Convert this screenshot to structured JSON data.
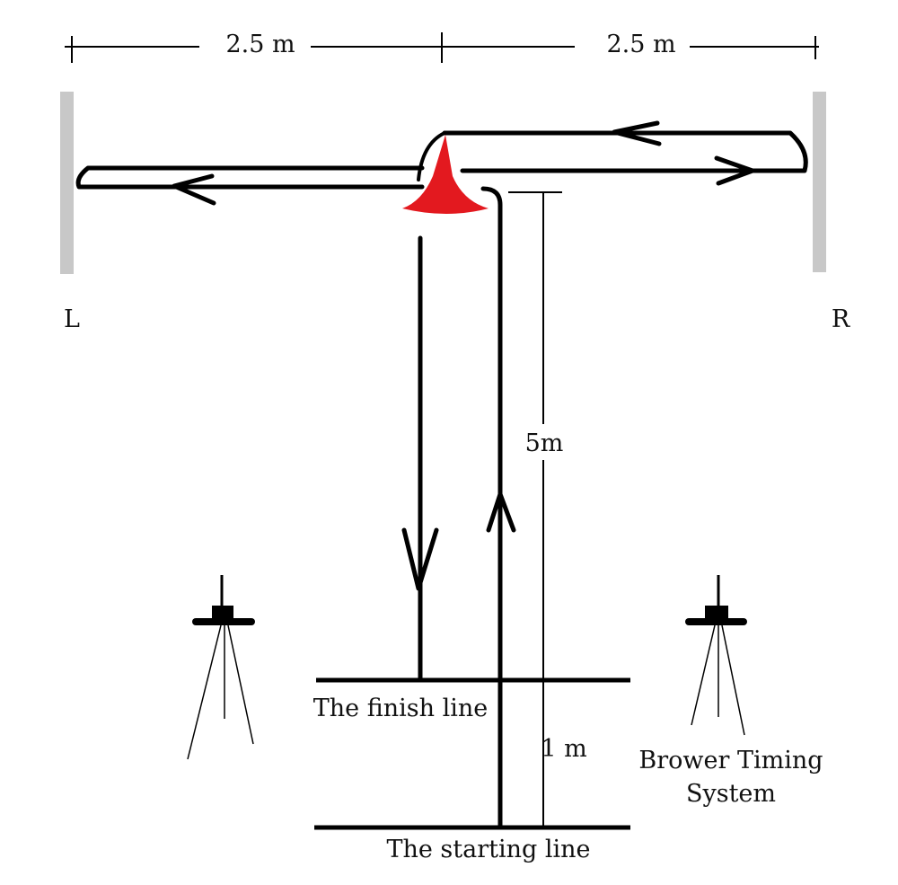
{
  "diagram": {
    "dimensions": {
      "left_span": "2.5 m",
      "right_span": "2.5 m",
      "center_run": "5m",
      "start_gap": "1 m"
    },
    "sides": {
      "left": "L",
      "right": "R"
    },
    "labels": {
      "finish_line": "The finish line",
      "starting_line": "The starting line",
      "timing_system_line1": "Brower Timing",
      "timing_system_line2": "System"
    },
    "icons": {
      "cone": "cone-icon",
      "timing_gate": "timing-gate-icon",
      "direction_arrow": "arrowhead-icon"
    },
    "colors": {
      "cone": "#e3191f",
      "marker": "#c8c8c8",
      "path": "#000000"
    }
  }
}
